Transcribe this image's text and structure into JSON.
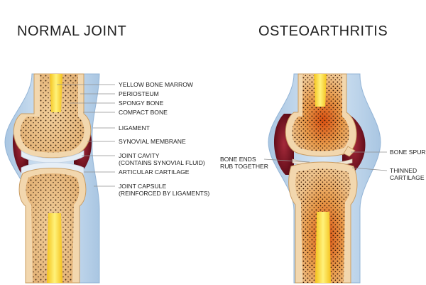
{
  "normal_joint": {
    "title": "NORMAL JOINT",
    "labels": {
      "yellow_bone_marrow": "YELLOW BONE MARROW",
      "periosteum": "PERIOSTEUM",
      "spongy_bone": "SPONGY BONE",
      "compact_bone": "COMPACT BONE",
      "ligament": "LIGAMENT",
      "synovial_membrane": "SYNOVIAL MEMBRANE",
      "joint_cavity_line1": "JOINT CAVITY",
      "joint_cavity_line2": "(CONTAINS SYNOVIAL FLUID)",
      "articular_cartilage": "ARTICULAR CARTILAGE",
      "joint_capsule_line1": "JOINT CAPSULE",
      "joint_capsule_line2": "(REINFORCED BY LIGAMENTS)"
    }
  },
  "osteoarthritis": {
    "title": "OSTEOARTHRITIS",
    "labels": {
      "bone_ends_line1": "BONE ENDS",
      "bone_ends_line2": "RUB TOGETHER",
      "bone_spur": "BONE SPUR",
      "thinned_line1": "THINNED",
      "thinned_line2": "CARTILAGE"
    }
  },
  "colors": {
    "capsule": "#b9d3ea",
    "capsule_edge": "#d6e6f4",
    "membrane": "#7a1020",
    "compact_bone": "#f2d7ae",
    "spongy_bone": "#ecc48f",
    "marrow": "#f7e03a",
    "cartilage": "#dfe8f2",
    "inflamed": "#d9631c",
    "leader_line": "#8f8f8f"
  }
}
